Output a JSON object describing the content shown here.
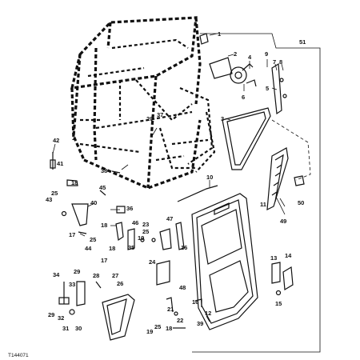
{
  "figure_id": "T144071",
  "callouts": [
    {
      "id": "c1",
      "label": "1"
    },
    {
      "id": "c2",
      "label": "2"
    },
    {
      "id": "c3",
      "label": "3"
    },
    {
      "id": "c4",
      "label": "4"
    },
    {
      "id": "c5",
      "label": "5"
    },
    {
      "id": "c6",
      "label": "6"
    },
    {
      "id": "c7",
      "label": "7"
    },
    {
      "id": "c8",
      "label": "8"
    },
    {
      "id": "c9",
      "label": "9"
    },
    {
      "id": "c10",
      "label": "10"
    },
    {
      "id": "c11",
      "label": "11"
    },
    {
      "id": "c12",
      "label": "12"
    },
    {
      "id": "c13",
      "label": "13"
    },
    {
      "id": "c14",
      "label": "14"
    },
    {
      "id": "c15",
      "label": "15"
    },
    {
      "id": "c16a",
      "label": "16"
    },
    {
      "id": "c16b",
      "label": "16"
    },
    {
      "id": "c17a",
      "label": "17"
    },
    {
      "id": "c17b",
      "label": "17"
    },
    {
      "id": "c18a",
      "label": "18"
    },
    {
      "id": "c18b",
      "label": "18"
    },
    {
      "id": "c18c",
      "label": "18"
    },
    {
      "id": "c18d",
      "label": "18"
    },
    {
      "id": "c19a",
      "label": "19"
    },
    {
      "id": "c19b",
      "label": "19"
    },
    {
      "id": "c20",
      "label": "20"
    },
    {
      "id": "c21",
      "label": "21"
    },
    {
      "id": "c22",
      "label": "22"
    },
    {
      "id": "c23",
      "label": "23"
    },
    {
      "id": "c24",
      "label": "24"
    },
    {
      "id": "c25a",
      "label": "25"
    },
    {
      "id": "c25b",
      "label": "25"
    },
    {
      "id": "c25c",
      "label": "25"
    },
    {
      "id": "c25d",
      "label": "25"
    },
    {
      "id": "c26",
      "label": "26"
    },
    {
      "id": "c27",
      "label": "27"
    },
    {
      "id": "c28",
      "label": "28"
    },
    {
      "id": "c29a",
      "label": "29"
    },
    {
      "id": "c29b",
      "label": "29"
    },
    {
      "id": "c30",
      "label": "30"
    },
    {
      "id": "c31",
      "label": "31"
    },
    {
      "id": "c32",
      "label": "32"
    },
    {
      "id": "c33",
      "label": "33"
    },
    {
      "id": "c34",
      "label": "34"
    },
    {
      "id": "c35",
      "label": "35"
    },
    {
      "id": "c36",
      "label": "36"
    },
    {
      "id": "c37",
      "label": "37"
    },
    {
      "id": "c38",
      "label": "38"
    },
    {
      "id": "c39",
      "label": "39"
    },
    {
      "id": "c40",
      "label": "40"
    },
    {
      "id": "c41",
      "label": "41"
    },
    {
      "id": "c42",
      "label": "42"
    },
    {
      "id": "c43",
      "label": "43"
    },
    {
      "id": "c44",
      "label": "44"
    },
    {
      "id": "c45",
      "label": "45"
    },
    {
      "id": "c46",
      "label": "46"
    },
    {
      "id": "c47",
      "label": "47"
    },
    {
      "id": "c48",
      "label": "48"
    },
    {
      "id": "c49",
      "label": "49"
    },
    {
      "id": "c50",
      "label": "50"
    },
    {
      "id": "c51",
      "label": "51"
    }
  ]
}
